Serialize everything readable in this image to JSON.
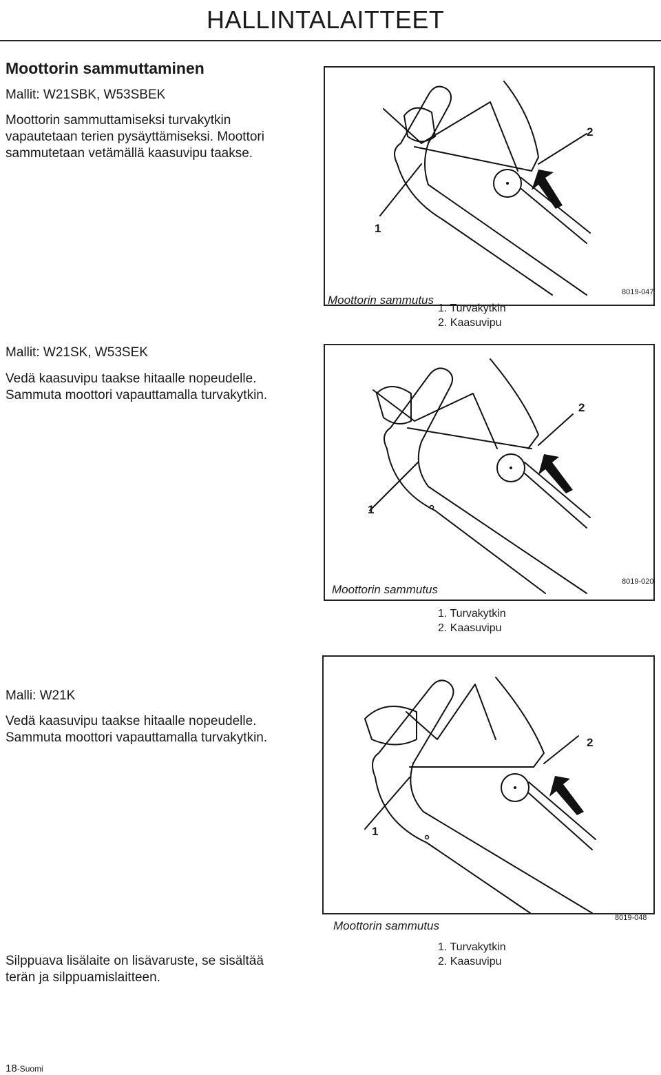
{
  "header": {
    "title": "HALLINTALAITTEET"
  },
  "section": {
    "title": "Moottorin sammuttaminen"
  },
  "blocks": [
    {
      "model": "Mallit: W21SBK, W53SBEK",
      "text": [
        "Moottorin sammuttamiseksi turvakytkin",
        "vapautetaan terien pysäyttämiseksi. Moottori",
        "sammutetaan vetämällä kaasuvipu taakse."
      ]
    },
    {
      "model": "Mallit: W21SK, W53SEK",
      "text": [
        "Vedä kaasuvipu taakse hitaalle nopeudelle.",
        "Sammuta moottori vapauttamalla turvakytkin."
      ]
    },
    {
      "model": "Malli: W21K",
      "text": [
        "Vedä kaasuvipu taakse hitaalle nopeudelle.",
        "Sammuta moottori vapauttamalla turvakytkin."
      ]
    }
  ],
  "figures": [
    {
      "caption": "Moottorin sammutus",
      "code": "8019-047",
      "legend": [
        "1. Turvakytkin",
        "2. Kaasuvipu"
      ],
      "callouts": [
        "1",
        "2"
      ]
    },
    {
      "caption": "Moottorin sammutus",
      "code": "8019-020",
      "legend": [
        "1. Turvakytkin",
        "2. Kaasuvipu"
      ],
      "callouts": [
        "1",
        "2"
      ]
    },
    {
      "caption": "Moottorin sammutus",
      "code": "8019-048",
      "legend": [
        "1. Turvakytkin",
        "2. Kaasuvipu"
      ],
      "callouts": [
        "1",
        "2"
      ]
    }
  ],
  "note": [
    "Silppuava lisälaite on lisävaruste, se sisältää",
    "terän ja silppuamislaitteen."
  ],
  "footer": {
    "page": "18",
    "lang": "-Suomi"
  }
}
